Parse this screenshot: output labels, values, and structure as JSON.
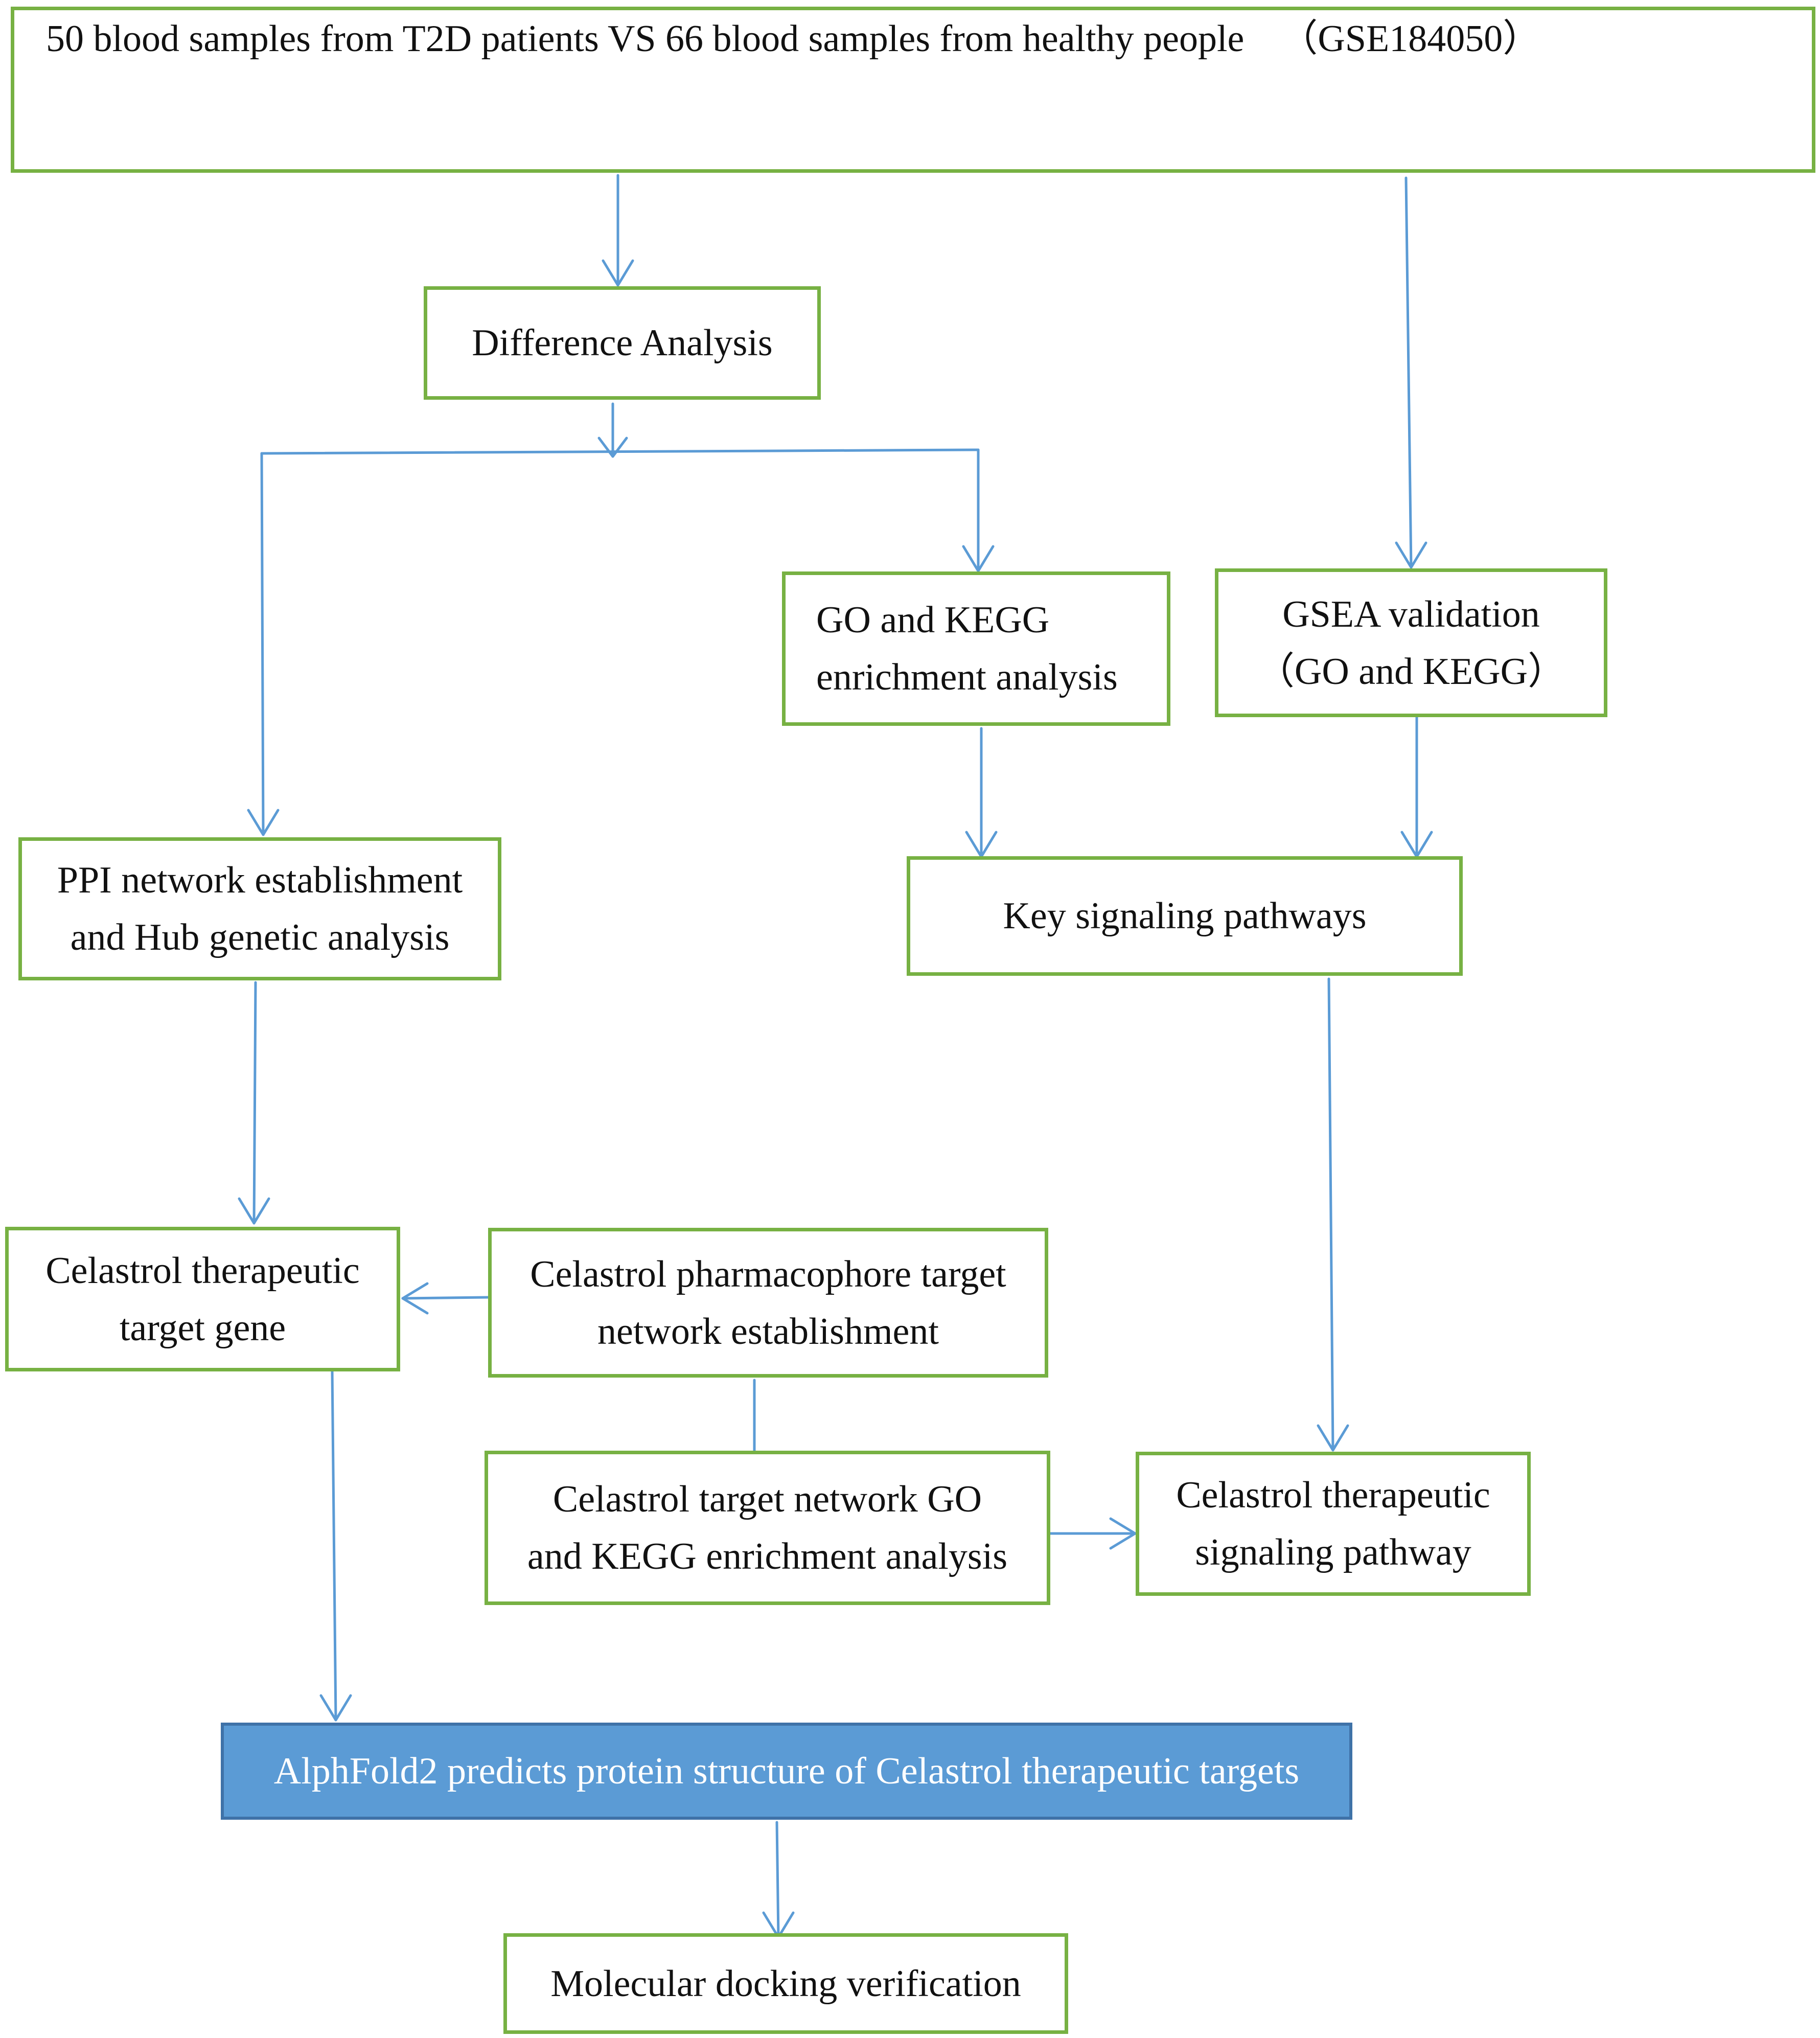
{
  "boxes": {
    "source": {
      "label_main": "50 blood samples from T2D patients VS 66 blood samples from healthy people",
      "label_dataset": "（GSE184050）"
    },
    "difference_analysis": {
      "label": "Difference Analysis"
    },
    "go_kegg_enrichment": {
      "line1": "GO and KEGG",
      "line2": "enrichment analysis"
    },
    "gsea_validation": {
      "line1": "GSEA validation",
      "line2": "（GO and KEGG）"
    },
    "ppi_network": {
      "line1": "PPI network establishment",
      "line2": "and Hub genetic analysis"
    },
    "key_pathways": {
      "label": "Key signaling pathways"
    },
    "therapeutic_target_gene": {
      "line1": "Celastrol therapeutic",
      "line2": "target gene"
    },
    "pharmacophore_network": {
      "line1": "Celastrol pharmacophore target",
      "line2": "network establishment"
    },
    "target_network_enrichment": {
      "line1": "Celastrol target network GO",
      "line2": "and KEGG enrichment analysis"
    },
    "therapeutic_pathway": {
      "line1": "Celastrol therapeutic",
      "line2": "signaling pathway"
    },
    "alphafold": {
      "label": "AlphFold2 predicts protein structure of Celastrol therapeutic targets"
    },
    "docking": {
      "label": "Molecular docking verification"
    }
  },
  "colors": {
    "box_border": "#77b143",
    "arrow": "#5b9bd5",
    "highlight_fill": "#5b9bd5",
    "highlight_border": "#3f72a8"
  }
}
